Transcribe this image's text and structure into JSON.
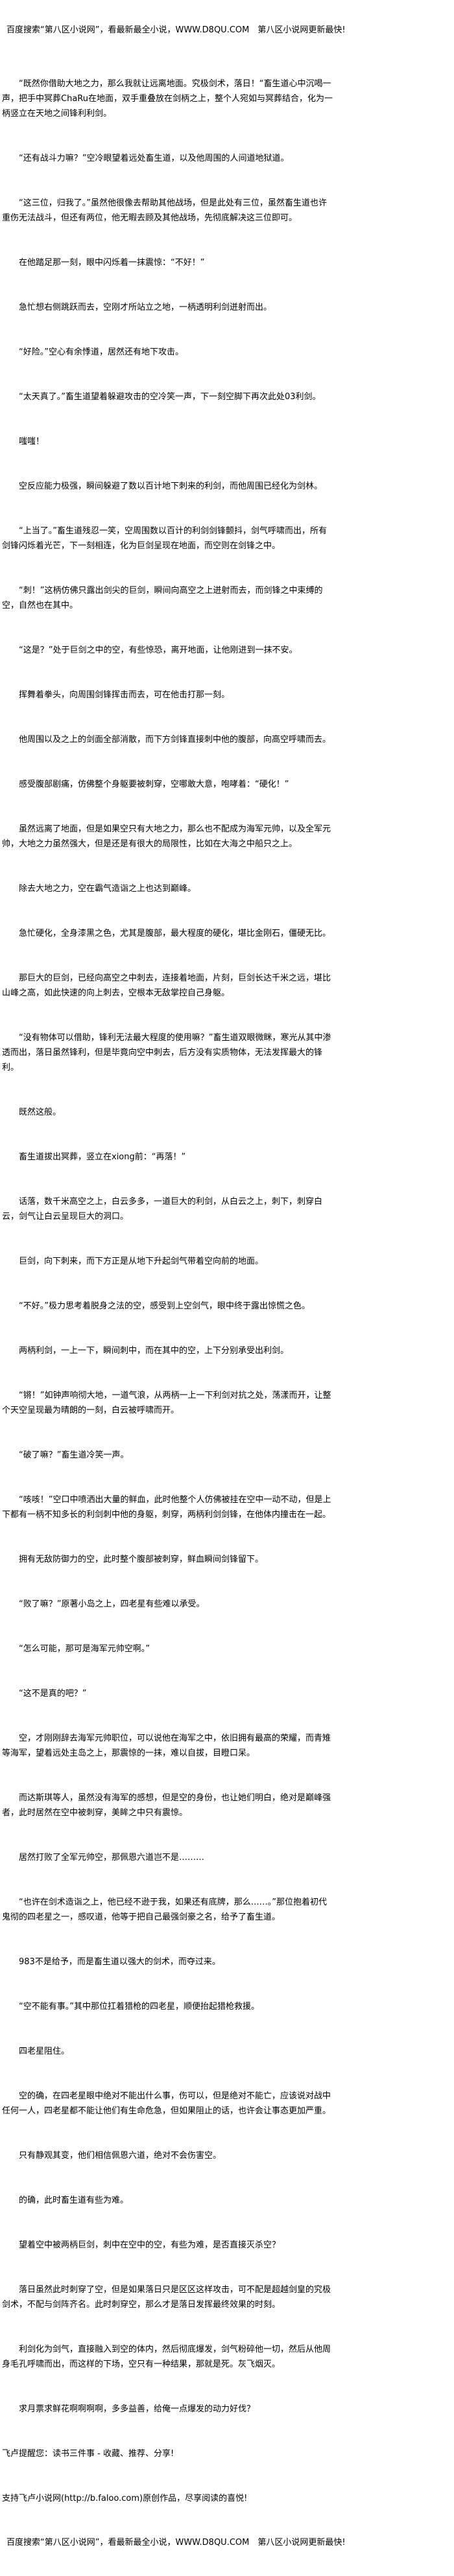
{
  "banner": "百度搜索“第八区小说网”，看最新最全小说，WWW.D8QU.COM　第八区小说网更新最快!",
  "paragraphs": [
    "“既然你借助大地之力，那么我就让远离地面。究极剑术，落日！“畜生道心中沉喝一声，把手中冥葬ChaRu在地面，双手重叠放在剑柄之上，整个人宛如与冥葬结合，化为一柄竖立在天地之间锋利利剑。",
    "“还有战斗力嘛？”空冷眼望着远处畜生道，以及他周围的人间道地狱道。",
    "“这三位，归我了。”虽然他很像去帮助其他战场，但是此处有三位，虽然畜生道也许重伤无法战斗，但还有两位，他无暇去顾及其他战场，先彻底解决这三位即可。",
    "在他踏足那一刻，眼中闪烁着一抹震惊：“不好！”",
    "急忙想右侧跳跃而去，空刚才所站立之地，一柄透明利剑迸射而出。",
    "“好险。”空心有余悸道，居然还有地下攻击。",
    "“太天真了。”畜生道望着躲避攻击的空冷笑一声，下一刻空脚下再次此处03利剑。",
    "嗤嗤！",
    "空反应能力极强，瞬间躲避了数以百计地下刺来的利剑，而他周围已经化为剑林。",
    "“上当了。”畜生道残忍一笑，空周围数以百计的利剑剑锋颤抖，剑气呼啸而出，所有剑锋闪烁着光芒，下一刻相连，化为巨剑呈现在地面，而空则在剑锋之中。",
    "“刺！”这柄仿佛只露出剑尖的巨剑，瞬间向高空之上迸射而去，而剑锋之中束缚的空，自然也在其中。",
    "“这是？”处于巨剑之中的空，有些惊恐，离开地面，让他刚进到一抹不安。",
    "挥舞着拳头，向周围剑锋挥击而去，可在他击打那一刻。",
    "他周围以及之上的剑面全部消散，而下方剑锋直接刺中他的腹部，向高空呼啸而去。",
    "感受腹部剧痛，仿佛整个身躯要被刺穿，空哪敢大意，咆哮着：“硬化！”",
    "虽然远离了地面，但是如果空只有大地之力，那么也不配成为海军元帅，以及全军元帅，大地之力虽然强大，但是还是有很大的局限性，比如在大海之中船只之上。",
    "除去大地之力，空在霸气造诣之上也达到巅峰。",
    "急忙硬化，全身漆黑之色，尤其是腹部，最大程度的硬化，堪比金刚石，僵硬无比。",
    "那巨大的巨剑，已经向高空之中刺去，连接着地面，片刻，巨剑长达千米之远，堪比山峰之高，如此快速的向上刺去，空根本无敌掌控自己身躯。",
    "“没有物体可以借助，锋利无法最大程度的使用嘛？”畜生道双眼微眯，寒光从其中渗透而出，落日虽然锋利，但是毕竟向空中刺去，后方没有实质物体，无法发挥最大的锋利。",
    "既然这般。",
    "畜生道拔出冥葬，竖立在xiong前：“再落！”",
    "话落，数千米高空之上，白云多多，一道巨大的利剑，从白云之上，刺下，刺穿白云，剑气让白云呈现巨大的洞口。",
    "巨剑，向下刺来，而下方正是从地下升起剑气带着空向前的地面。",
    "“不好。”极力思考着脱身之法的空，感受到上空剑气，眼中终于露出惊慌之色。",
    "两柄利剑，一上一下，瞬间刺中，而在其中的空，上下分别承受出利剑。",
    "“锵！”如钟声响彻大地，一道气浪，从两柄一上一下利剑对抗之处，荡漾而开，让整个天空呈现最为晴朗的一刻，白云被呼啸而开。",
    "“破了嘛？”畜生道冷笑一声。",
    "“咳咳！”空口中喷洒出大量的鲜血，此时他整个人仿佛被挂在空中一动不动，但是上下都有一柄不知多长的利剑刺中他的身躯，刺穿，两柄利剑剑锋，在他体内撞击在一起。",
    "拥有无敌防御力的空，此时整个腹部被刺穿，鲜血瞬间剑锋留下。",
    "“败了嘛？”原著小岛之上，四老星有些难以承受。",
    "“怎么可能，那可是海军元帅空啊。”",
    "“这不是真的吧？”",
    "空，才刚刚辞去海军元帅职位，可以说他在海军之中，依旧拥有最高的荣耀，而青雉等海军，望着远处主岛之上，那震惊的一抹，难以自拔，目瞪口呆。",
    "而达斯琪等人，虽然没有海军的感想，但是空的身份，也让她们明白，绝对是巅峰强者，此时居然在空中被刺穿，美眸之中只有震惊。",
    "居然打败了全军元帅空，那佩恩六道岂不是………",
    "“也许在剑术造诣之上，他已经不逊于我，如果还有底牌，那么……。”那位抱着初代鬼彻的四老星之一，感叹道，他等于把自己最强剑豪之名，给予了畜生道。",
    "983不是给予，而是畜生道以强大的剑术，而夺过来。",
    "“空不能有事。”其中那位扛着猎枪的四老星，顺便抬起猎枪救援。",
    "四老星阻住。",
    "空的确，在四老星眼中绝对不能出什么事，伤可以，但是绝对不能亡，应该说对战中任何一人，四老星都不能让他们有生命危急，但如果阻止的话，也许会让事态更加严重。",
    "只有静观其变，他们相信佩恩六道，绝对不会伤害空。",
    "的确，此时畜生道有些为难。",
    "望着空中被两柄巨剑，刺中在空中的空，有些为难，是否直接灭杀空？",
    "落日虽然此时刺穿了空，但是如果落日只是区区这样攻击，可不配是超越剑皇的究极剑术，不配与剑阵齐名。此时刺穿空，那么才是落日发挥最终效果的时刻。",
    "利剑化为剑气，直接融入到空的体内，然后彻底爆发，剑气粉碎他一切，然后从他周身毛孔呼啸而出，而这样的下场，空只有一种结果，那就是死。灰飞烟灭。",
    "求月票求鲜花啊啊啊啊，多多益善，给俺一点爆发的动力好伐？"
  ],
  "footer": {
    "reminder": "飞卢提醒您：读书三件事 - 收藏、推荐、分享!",
    "support": "支持飞卢小说网(http://b.faloo.com)原创作品，尽享阅读的喜悦!",
    "banner": "百度搜索“第八区小说网”，看最新最全小说，WWW.D8QU.COM　第八区小说网更新最快!"
  }
}
